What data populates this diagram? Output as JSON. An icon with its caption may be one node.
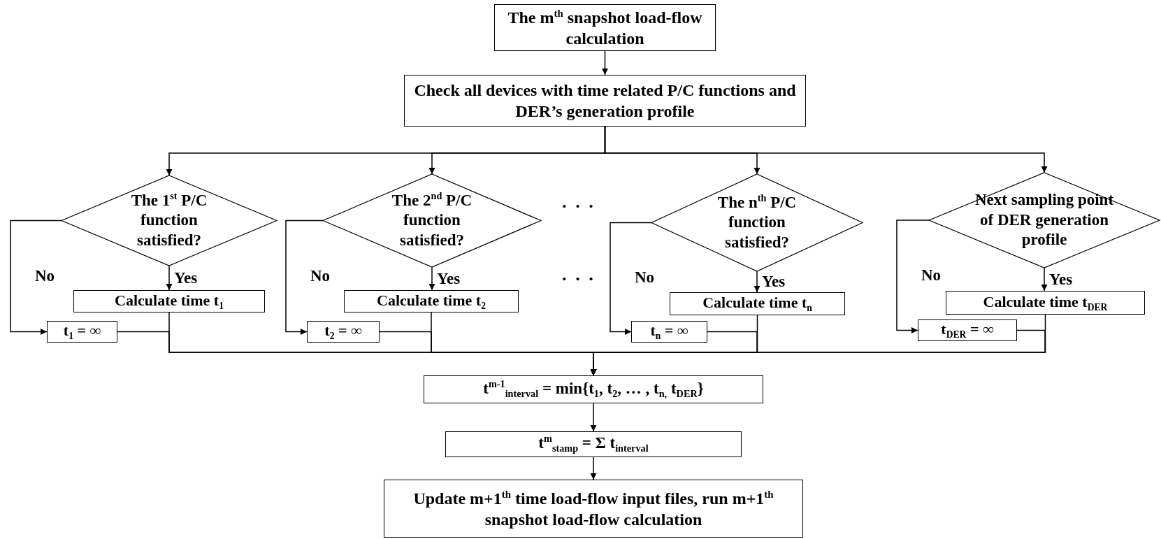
{
  "diagram": {
    "nodes": [
      {
        "text": [
          "The m$^{th}$ snapshot load-flow calculation"
        ]
      },
      {
        "text": [
          "Check all devices with time related P/C functions and DER’s generation profile"
        ]
      },
      {
        "text": [
          "The 1$^{st}$ P/C function satisfied?"
        ]
      },
      {
        "text": [
          "Calculate time t$_{1}$"
        ]
      },
      {
        "text": [
          "t$_{1}$ = ∞"
        ]
      },
      {
        "text": [
          "The 2$^{nd}$ P/C function satisfied?"
        ]
      },
      {
        "text": [
          "Calculate time t$_{2}$"
        ]
      },
      {
        "text": [
          "t$_{2}$ = ∞"
        ]
      },
      {
        "text": [
          "The n$^{th}$ P/C function satisfied?"
        ]
      },
      {
        "text": [
          "Calculate time t$_{n}$"
        ]
      },
      {
        "text": [
          "t$_{n}$ = ∞"
        ]
      },
      {
        "text": [
          "Next sampling point of DER generation profile"
        ]
      },
      {
        "text": [
          "Calculate time t$_{DER}$"
        ]
      },
      {
        "text": [
          "t$_{DER}$ = ∞"
        ]
      },
      {
        "text": [
          "t$^{m-1}$$_{interval}$ = min{t$_{1}$, t$_{2}$, … , t$_{n,}$ t$_{DER}$}"
        ]
      },
      {
        "text": [
          "t$^{m}$$_{stamp}$ = Σ t$_{interval}$"
        ]
      },
      {
        "text": [
          "Update m+1$^{th}$ time load-flow input files, run m+1$^{th}$ snapshot load-flow calculation"
        ]
      }
    ],
    "edges": [
      {
        "from": 0,
        "to": 1,
        "arrow": "to"
      },
      {
        "from": 1,
        "to": 2,
        "arrow": "to"
      },
      {
        "from": 1,
        "to": 5,
        "arrow": "to"
      },
      {
        "from": 1,
        "to": 8,
        "arrow": "to"
      },
      {
        "from": 1,
        "to": 11,
        "arrow": "to"
      },
      {
        "from": 2,
        "to": 3,
        "arrow": "to",
        "label": "Yes"
      },
      {
        "from": 2,
        "to": 4,
        "arrow": "to",
        "label": "No"
      },
      {
        "from": 5,
        "to": 6,
        "arrow": "to",
        "label": "Yes"
      },
      {
        "from": 5,
        "to": 7,
        "arrow": "to",
        "label": "No"
      },
      {
        "from": 8,
        "to": 9,
        "arrow": "to",
        "label": "Yes"
      },
      {
        "from": 8,
        "to": 10,
        "arrow": "to",
        "label": "No"
      },
      {
        "from": 11,
        "to": 12,
        "arrow": "to",
        "label": "Yes"
      },
      {
        "from": 11,
        "to": 13,
        "arrow": "to",
        "label": "No"
      },
      {
        "from": 3,
        "to": 14,
        "arrow": "to"
      },
      {
        "from": 4,
        "to": 14,
        "arrow": "to"
      },
      {
        "from": 6,
        "to": 14,
        "arrow": "to"
      },
      {
        "from": 7,
        "to": 14,
        "arrow": "to"
      },
      {
        "from": 9,
        "to": 14,
        "arrow": "to"
      },
      {
        "from": 10,
        "to": 14,
        "arrow": "to"
      },
      {
        "from": 12,
        "to": 14,
        "arrow": "to"
      },
      {
        "from": 13,
        "to": 14,
        "arrow": "to"
      },
      {
        "from": 14,
        "to": 15,
        "arrow": "to"
      },
      {
        "from": 15,
        "to": 16,
        "arrow": "to"
      }
    ],
    "labels": [
      "· · ·",
      "· · ·"
    ]
  }
}
